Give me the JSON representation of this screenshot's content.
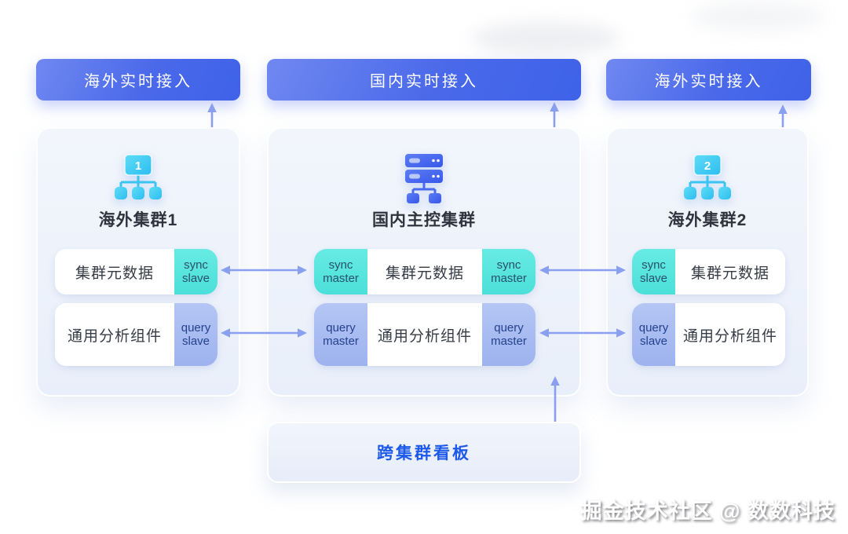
{
  "banners": [
    {
      "label": "海外实时接入"
    },
    {
      "label": "国内实时接入"
    },
    {
      "label": "海外实时接入"
    }
  ],
  "clusters": {
    "left": {
      "title": "海外集群1",
      "icon": "cluster-tree-icon",
      "icon_badge": "1",
      "rows": [
        {
          "box": "集群元数据",
          "tag": "sync slave"
        },
        {
          "box": "通用分析组件",
          "tag": "query slave"
        }
      ]
    },
    "center": {
      "title": "国内主控集群",
      "icon": "server-stack-icon",
      "rows": [
        {
          "left_tag": "sync master",
          "box": "集群元数据",
          "right_tag": "sync master"
        },
        {
          "left_tag": "query master",
          "box": "通用分析组件",
          "right_tag": "query master"
        }
      ]
    },
    "right": {
      "title": "海外集群2",
      "icon": "cluster-tree-icon",
      "icon_badge": "2",
      "rows": [
        {
          "tag": "sync slave",
          "box": "集群元数据"
        },
        {
          "tag": "query slave",
          "box": "通用分析组件"
        }
      ]
    }
  },
  "dashboard": {
    "label": "跨集群看板"
  },
  "watermark": {
    "text": "掘金技术社区 @ 数数科技"
  },
  "colors": {
    "banner_gradient_start": "#7088f0",
    "banner_gradient_end": "#3e62e8",
    "panel_background": "#edf2fb",
    "sync_tag": "#55e3dc",
    "query_tag": "#a9bdf0",
    "arrow": "#8b9ff1",
    "dashboard_text": "#1e5aea",
    "cyan_icon": "#3ac4f2",
    "blue_icon": "#4a6aef"
  }
}
